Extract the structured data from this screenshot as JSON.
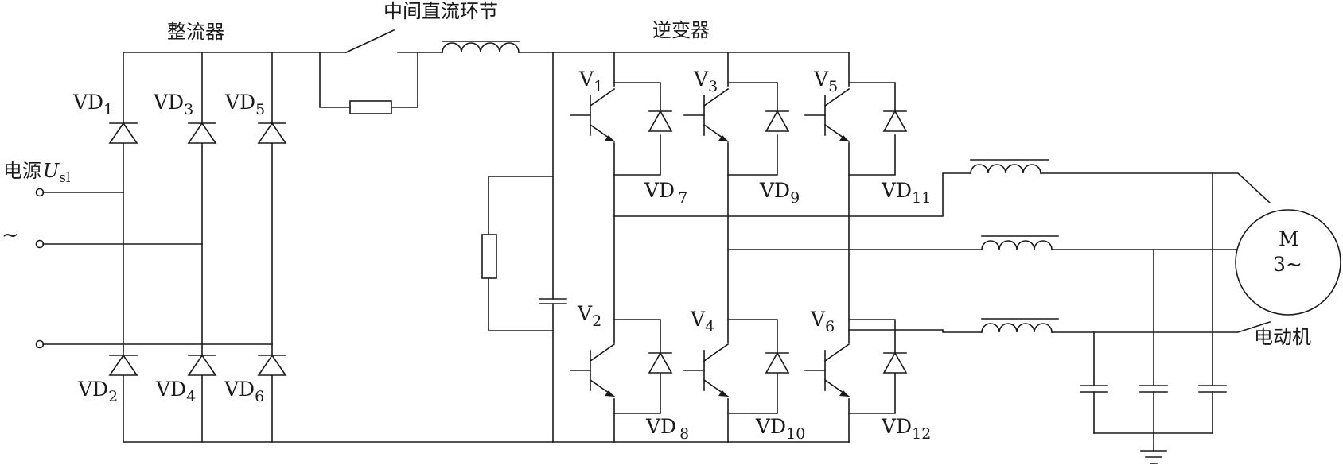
{
  "sections": {
    "rectifier": "整流器",
    "dc_link": "中间直流环节",
    "inverter": "逆变器"
  },
  "source": {
    "label_cn": "电源",
    "label_U": "U",
    "label_sub": "sl",
    "tilde": "~"
  },
  "motor": {
    "letter": "M",
    "phase": "3~",
    "label": "电动机"
  },
  "rectifier_diodes": [
    {
      "id": "VD1",
      "base": "VD",
      "sub": "1"
    },
    {
      "id": "VD3",
      "base": "VD",
      "sub": "3"
    },
    {
      "id": "VD5",
      "base": "VD",
      "sub": "5"
    },
    {
      "id": "VD2",
      "base": "VD",
      "sub": "2"
    },
    {
      "id": "VD4",
      "base": "VD",
      "sub": "4"
    },
    {
      "id": "VD6",
      "base": "VD",
      "sub": "6"
    }
  ],
  "transistors": [
    {
      "id": "V1",
      "base": "V",
      "sub": "1"
    },
    {
      "id": "V3",
      "base": "V",
      "sub": "3"
    },
    {
      "id": "V5",
      "base": "V",
      "sub": "5"
    },
    {
      "id": "V2",
      "base": "V",
      "sub": "2"
    },
    {
      "id": "V4",
      "base": "V",
      "sub": "4"
    },
    {
      "id": "V6",
      "base": "V",
      "sub": "6"
    }
  ],
  "freewheel_diodes": [
    {
      "id": "VD7",
      "base": "VD",
      "sub": "7"
    },
    {
      "id": "VD9",
      "base": "VD",
      "sub": "9"
    },
    {
      "id": "VD11",
      "base": "VD",
      "sub": "11"
    },
    {
      "id": "VD8",
      "base": "VD",
      "sub": "8"
    },
    {
      "id": "VD10",
      "base": "VD",
      "sub": "10"
    },
    {
      "id": "VD12",
      "base": "VD",
      "sub": "12"
    }
  ]
}
